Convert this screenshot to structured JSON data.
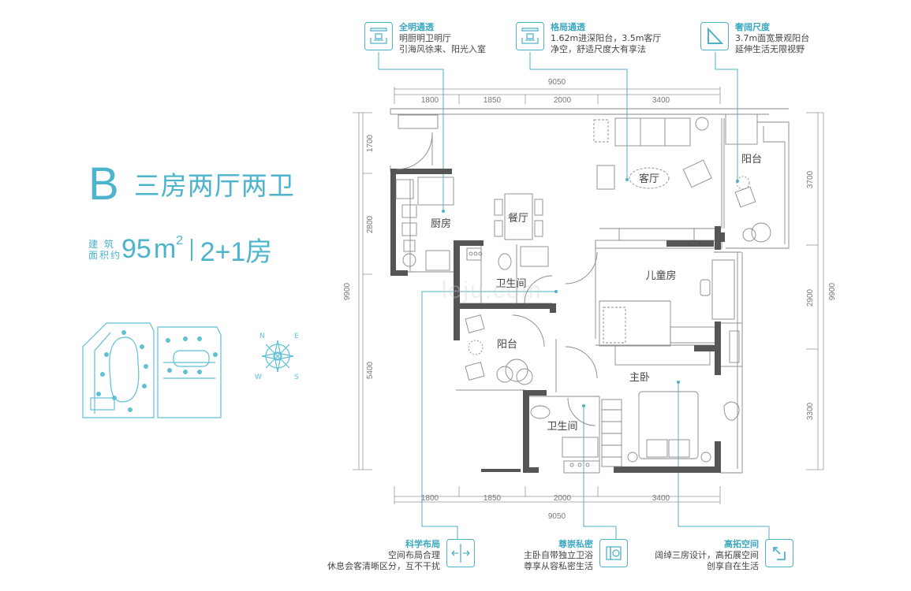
{
  "unit": {
    "code": "B",
    "type_title": "三房两厅两卫",
    "area_label_line1": "建 筑",
    "area_label_line2": "面积约",
    "area_value": "95",
    "area_unit": "m",
    "area_sup": "2",
    "rooms_note": "2+1房"
  },
  "callouts_top": [
    {
      "title": "全明通透",
      "line1": "明厨明卫明厅",
      "line2": "引海风徐来、阳光入室",
      "icon": "layout-icon"
    },
    {
      "title": "格局通透",
      "line1": "1.62m进深阳台，3.5m客厅",
      "line2": "净空，舒适尺度大有享法",
      "icon": "layout-icon"
    },
    {
      "title": "奢阔尺度",
      "line1": "3.7m面宽景观阳台",
      "line2": "延伸生活无限视野",
      "icon": "triangle-ruler-icon"
    }
  ],
  "callouts_bottom": [
    {
      "title": "科学布局",
      "line1": "空间布局合理",
      "line2": "休息会客清晰区分，互不干扰",
      "icon": "split-arrows-icon"
    },
    {
      "title": "尊崇私密",
      "line1": "主卧自带独立卫浴",
      "line2": "尊享从容私密生活",
      "icon": "bathroom-icon"
    },
    {
      "title": "高拓空间",
      "line1": "阔绰三房设计，高拓展空间",
      "line2": "创享自在生活",
      "icon": "expand-icon"
    }
  ],
  "dimensions": {
    "top_total": "9050",
    "top_segments": [
      "1800",
      "1850",
      "2000",
      "3400"
    ],
    "bottom_total": "9050",
    "bottom_segments": [
      "1800",
      "1850",
      "2000",
      "3400"
    ],
    "left_total": "9900",
    "left_segments": [
      "1700",
      "2800",
      "5400"
    ],
    "right_total": "9900",
    "right_segments": [
      "3700",
      "2900",
      "3300"
    ]
  },
  "rooms": {
    "kitchen": "厨房",
    "dining": "餐厅",
    "living": "客厅",
    "balcony_main": "阳台",
    "bath_public": "卫生间",
    "kids_room": "儿童房",
    "balcony_side": "阳台",
    "master": "主卧",
    "bath_master": "卫生间"
  },
  "compass": {
    "n": "N",
    "e": "E",
    "s": "S",
    "w": "W"
  },
  "watermark": "leju.com",
  "colors": {
    "accent": "#4cb4cc",
    "wall": "#555555",
    "line": "#999999"
  }
}
